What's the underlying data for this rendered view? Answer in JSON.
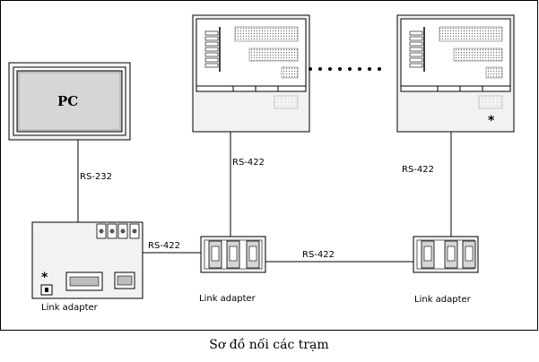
{
  "pc": {
    "label": "PC"
  },
  "connections": {
    "pc_link": "RS-232",
    "hmi1_link": "RS-422",
    "hmi2_link": "RS-422",
    "adapter1_to_2": "RS-422",
    "adapter2_to_3": "RS-422"
  },
  "adapters": {
    "a1_label": "Link adapter",
    "a2_label": "Link adapter",
    "a3_label": "Link adapter"
  },
  "marks": {
    "asterisk_hmi": "*",
    "asterisk_adapter": "*"
  },
  "caption": "Sơ đồ nối các trạm"
}
